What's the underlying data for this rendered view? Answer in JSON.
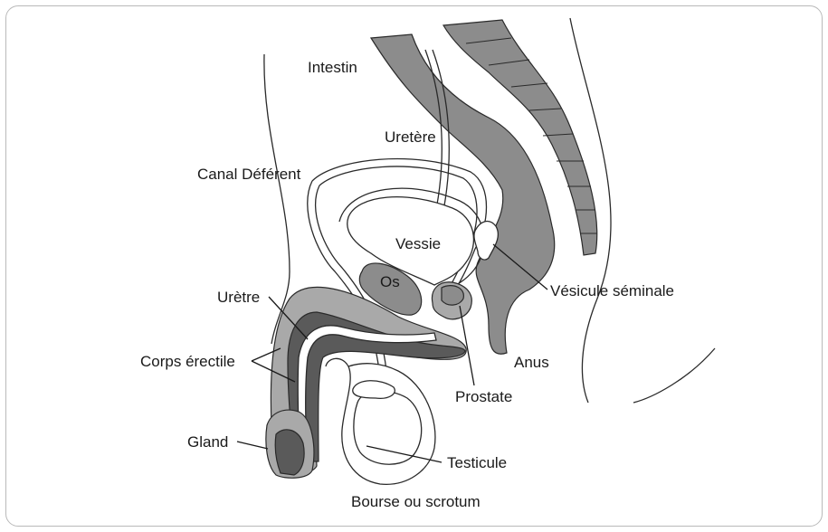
{
  "labels": {
    "intestin": "Intestin",
    "uretere": "Uretère",
    "canal_deferent": "Canal Déférent",
    "vessie": "Vessie",
    "os": "Os",
    "vesicule_seminale": "Vésicule séminale",
    "uretre": "Urètre",
    "corps_erectile": "Corps érectile",
    "anus": "Anus",
    "prostate": "Prostate",
    "gland": "Gland",
    "testicule": "Testicule",
    "bourse": "Bourse ou scrotum"
  },
  "colors": {
    "frame_border": "#b9b9b9",
    "tissue_gray": "#8c8c8c",
    "tissue_dark": "#5a5a5a",
    "outline": "#2a2a2a"
  }
}
